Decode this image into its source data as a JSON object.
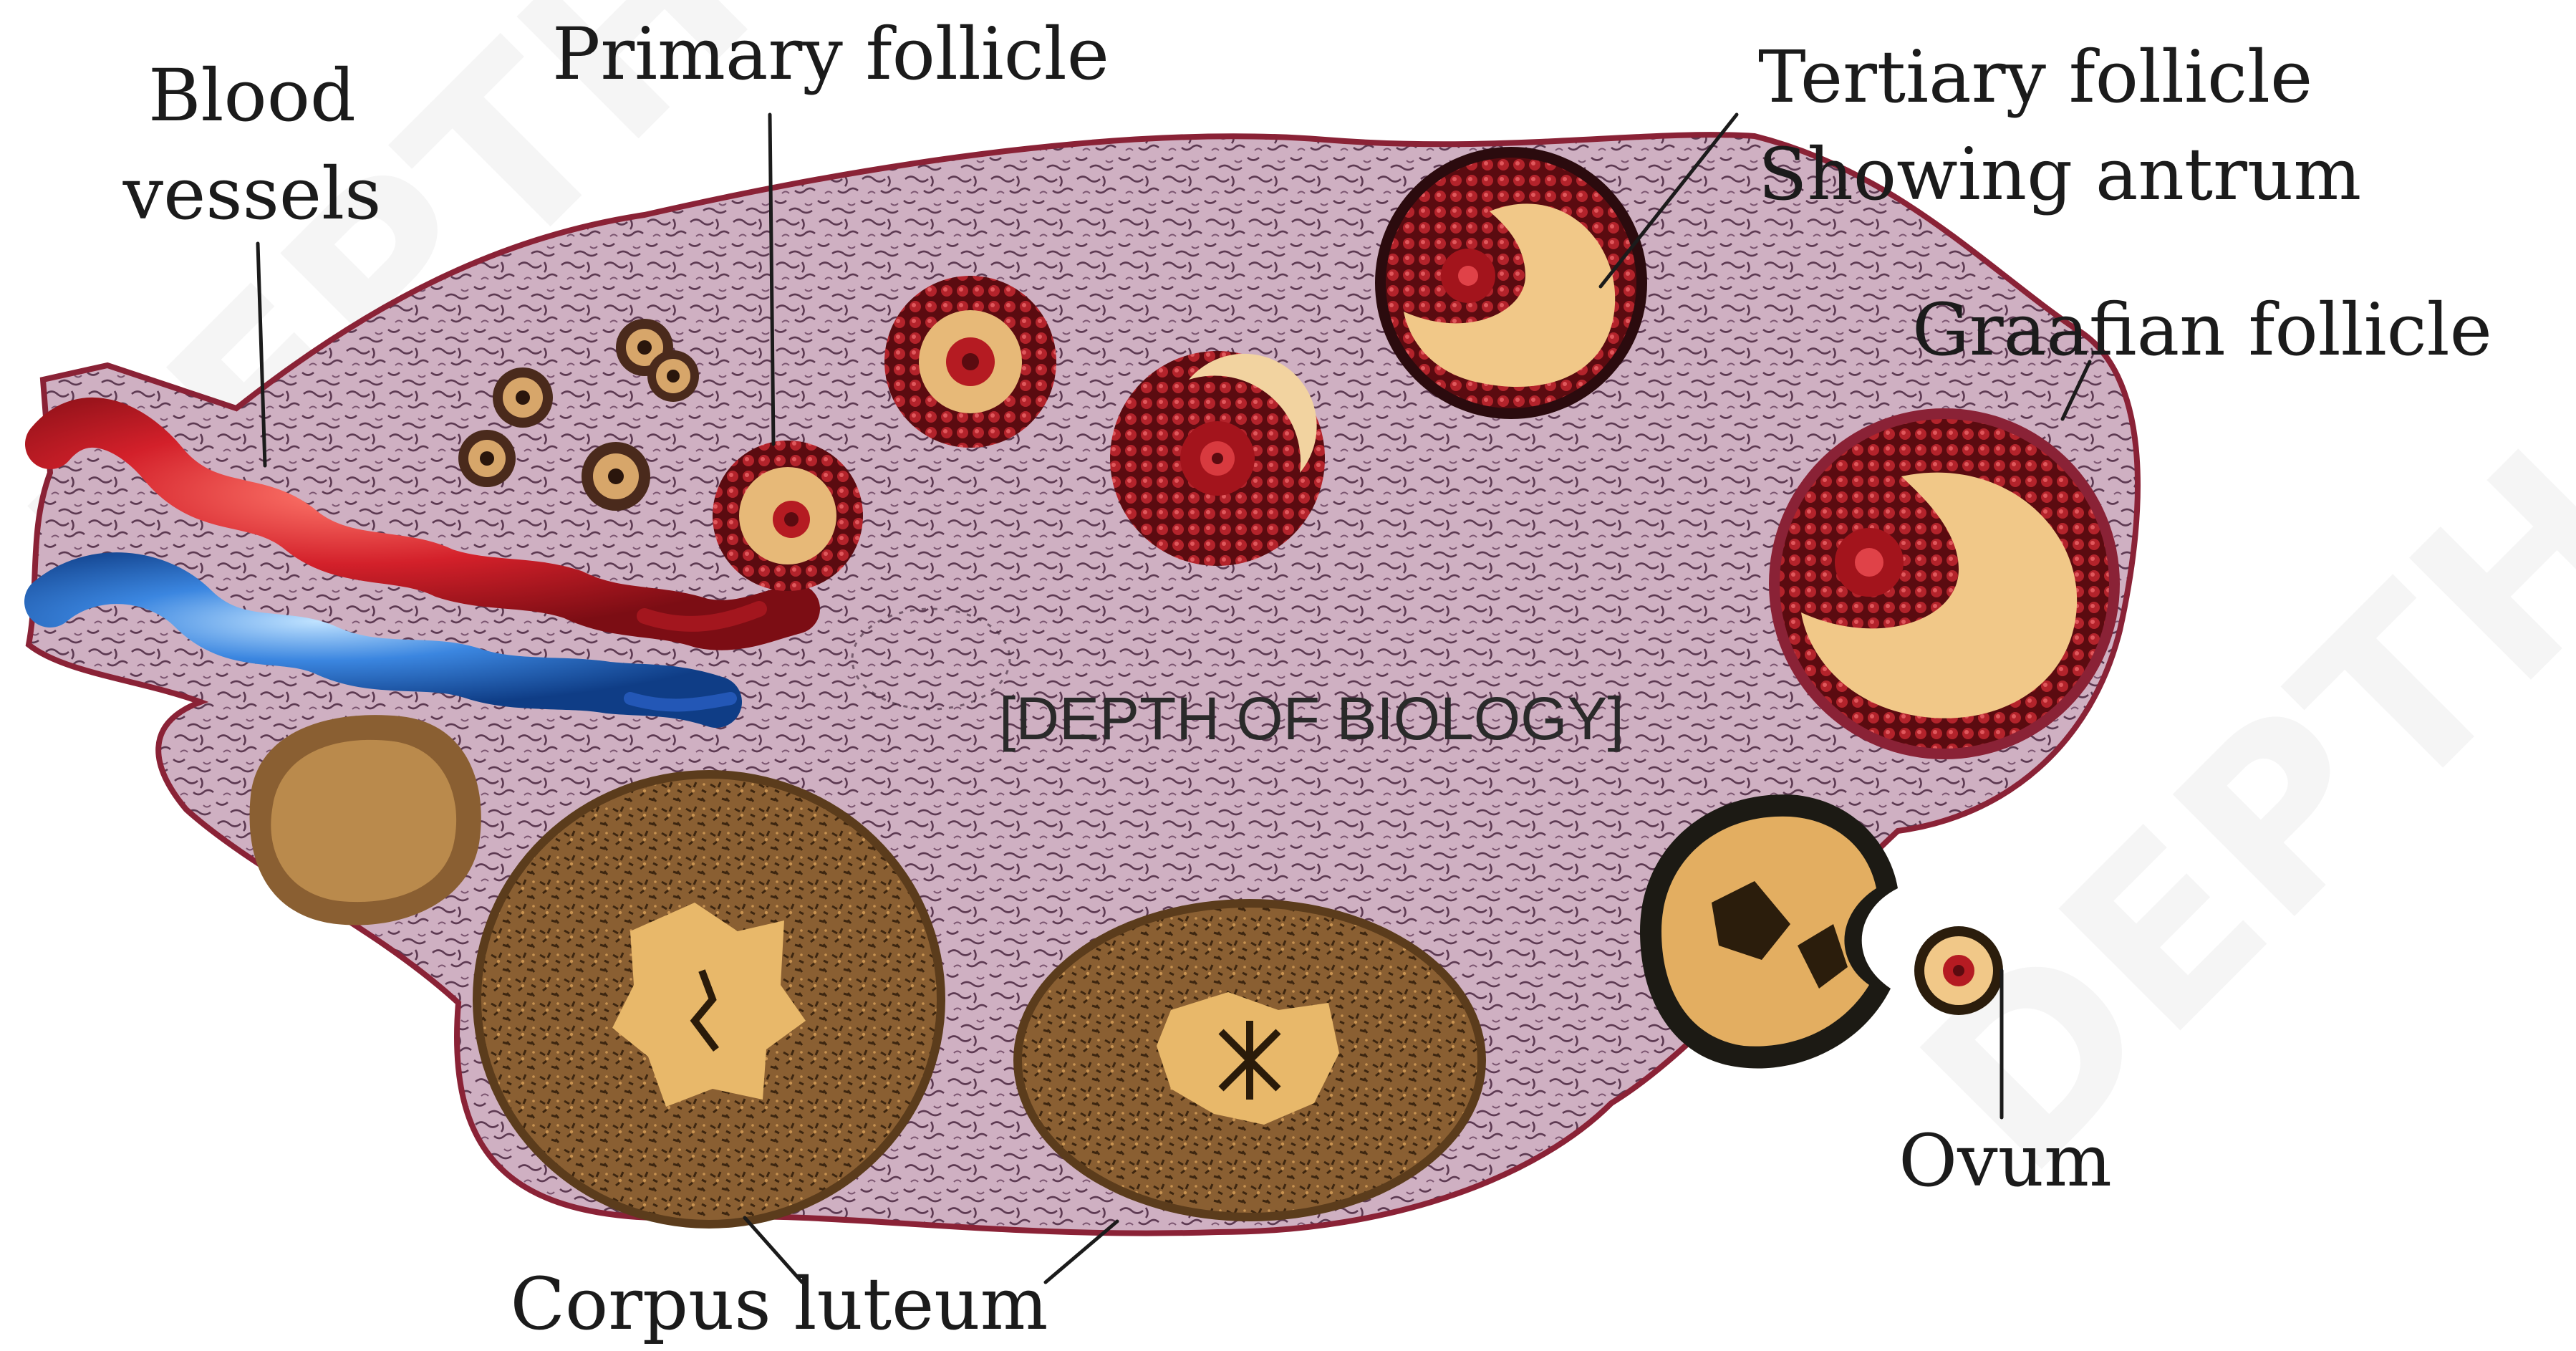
{
  "labels": {
    "blood_vessels_line1": "Blood",
    "blood_vessels_line2": "vessels",
    "primary_follicle": "Primary follicle",
    "tertiary_follicle_line1": "Tertiary follicle",
    "tertiary_follicle_line2": "Showing antrum",
    "graafian_follicle": "Graafian follicle",
    "ovum": "Ovum",
    "corpus_luteum": "Corpus luteum"
  },
  "watermark": "[DEPTH OF BIOLOGY]",
  "colors": {
    "stroma": "#c9a6bb",
    "stroma_border": "#8a2236",
    "follicle_cells": "#7a0f18",
    "antrum": "#f2c88c",
    "oocyte_nucleus": "#c8161d",
    "corpus_luteum": "#8f6536",
    "corpus_luteum_center": "#e8b86a",
    "artery": "#d3202a",
    "vein": "#2a6fd0"
  }
}
